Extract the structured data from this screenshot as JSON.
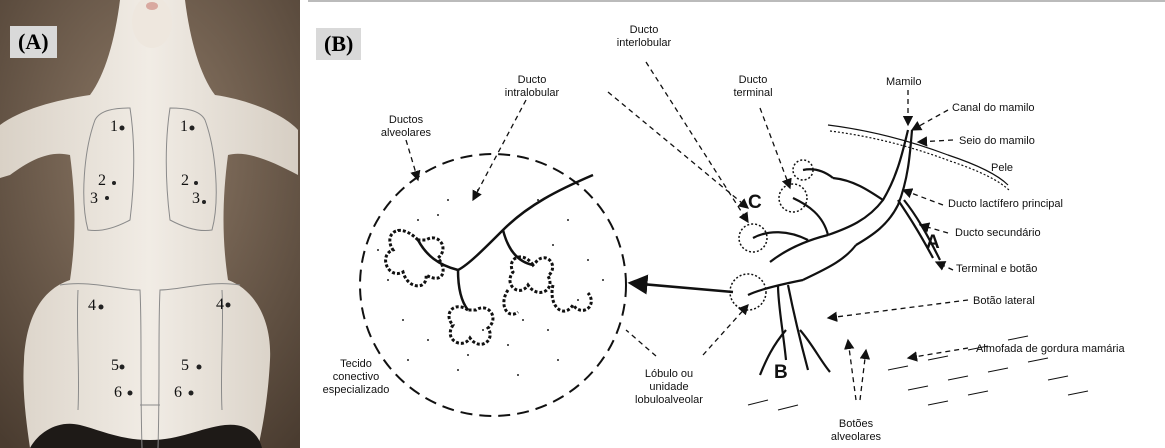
{
  "panel_a": {
    "tag": "(A)",
    "gland_numbers": [
      "1",
      "1",
      "2",
      "2",
      "3",
      "3",
      "4",
      "4",
      "5",
      "5",
      "6",
      "6"
    ]
  },
  "panel_b": {
    "tag": "(B)",
    "labels": {
      "ducto_interlobular": [
        "Ducto",
        "interlobular"
      ],
      "ducto_intralobular": [
        "Ducto",
        "intralobular"
      ],
      "ductos_alveolares": [
        "Ductos",
        "alveolares"
      ],
      "ducto_terminal": [
        "Ducto",
        "terminal"
      ],
      "mamilo": "Mamilo",
      "canal_do_mamilo": "Canal do mamilo",
      "seio_do_mamilo": "Seio do mamilo",
      "pele": "Pele",
      "ducto_lactifero": "Ducto lactífero principal",
      "ducto_secundario": "Ducto secundário",
      "terminal_e_botao": "Terminal e botão",
      "botao_lateral": "Botão lateral",
      "almofada": "Almofada de gordura mamária",
      "tecido": [
        "Tecido",
        "conectivo",
        "especializado"
      ],
      "lobulo": [
        "Lóbulo ou",
        "unidade",
        "lobuloalveolar"
      ],
      "botoes": [
        "Botões",
        "alveolares"
      ]
    },
    "letters": {
      "a": "A",
      "b": "B",
      "c": "C"
    }
  }
}
